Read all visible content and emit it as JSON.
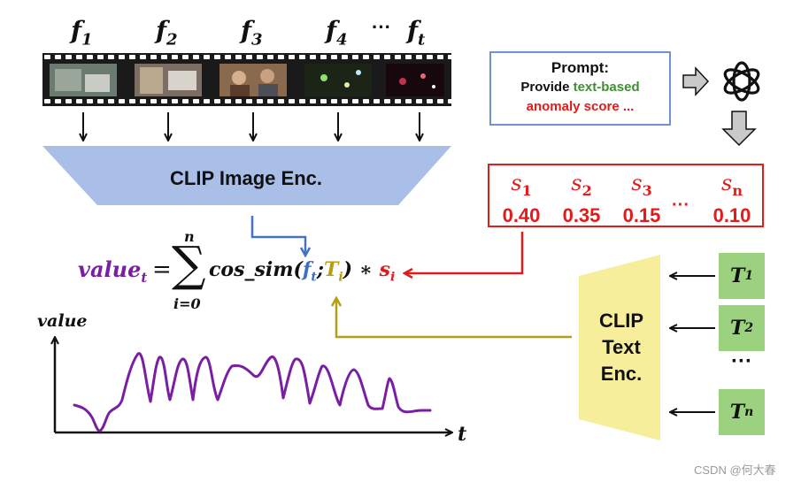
{
  "frames": {
    "labels": [
      {
        "base": "f",
        "sub": "1"
      },
      {
        "base": "f",
        "sub": "2"
      },
      {
        "base": "f",
        "sub": "3"
      },
      {
        "base": "f",
        "sub": "4"
      },
      {
        "base": "f",
        "sub": "t"
      }
    ],
    "ellipsis": "···"
  },
  "image_encoder": {
    "label": "CLIP Image Enc."
  },
  "text_encoder": {
    "line1": "CLIP",
    "line2": "Text",
    "line3": "Enc."
  },
  "prompt": {
    "title": "Prompt:",
    "line2_prefix": "Provide ",
    "line2_highlight": "text-based",
    "line3": "anomaly score ..."
  },
  "llm": {
    "icon": "openai-knot-icon"
  },
  "scores": {
    "items": [
      {
        "name": "s",
        "sub": "1",
        "value": "0.40"
      },
      {
        "name": "s",
        "sub": "2",
        "value": "0.35"
      },
      {
        "name": "s",
        "sub": "3",
        "value": "0.15"
      },
      {
        "name": "s",
        "sub": "n",
        "value": "0.10"
      }
    ],
    "ellipsis": "···"
  },
  "texts": {
    "items": [
      {
        "base": "T",
        "sub": "1"
      },
      {
        "base": "T",
        "sub": "2"
      },
      {
        "base": "T",
        "sub": "n"
      }
    ],
    "ellipsis": "···"
  },
  "formula": {
    "value": "value",
    "value_sub": "t",
    "equals": "=",
    "sigma": "∑",
    "upper": "n",
    "lower": "i=0",
    "func": "cos_sim(",
    "f": "f",
    "f_sub": "t",
    "sep": ";",
    "T": "T",
    "T_sub": "i",
    "close": ") ∗ ",
    "s": "s",
    "s_sub": "i"
  },
  "plot": {
    "y_label": "value",
    "x_label": "t"
  },
  "colors": {
    "image_encoder": "#a9bfe8",
    "text_encoder": "#f6ee9b",
    "text_box": "#9bd17f",
    "prompt_border": "#6f93cf",
    "score_border": "#e51a1a",
    "curve": "#7a1ea3",
    "blue_arrow": "#4472c4",
    "gold_arrow": "#b79d12",
    "red_arrow": "#e01b1b"
  },
  "watermark": "CSDN @何大春"
}
